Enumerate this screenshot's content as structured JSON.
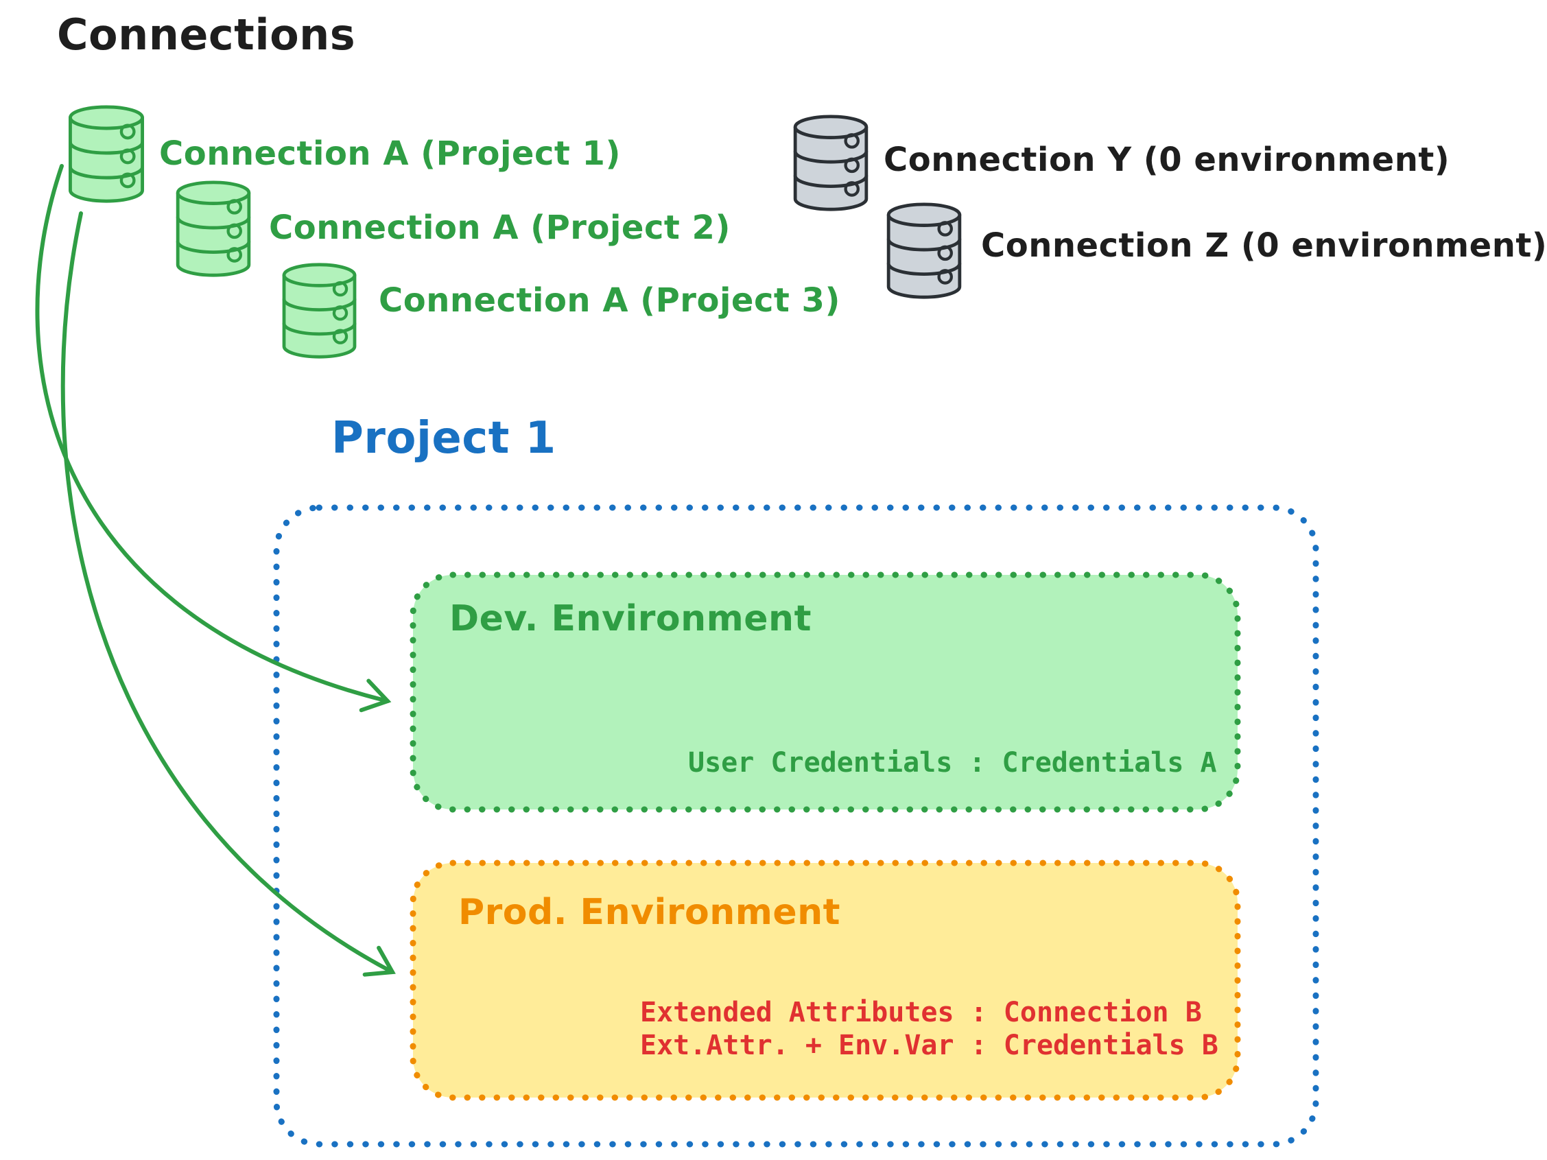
{
  "title": "Connections",
  "green_connections": [
    {
      "label": "Connection A (Project 1)"
    },
    {
      "label": "Connection A (Project 2)"
    },
    {
      "label": "Connection A (Project 3)"
    }
  ],
  "gray_connections": [
    {
      "label": "Connection Y (0 environment)"
    },
    {
      "label": "Connection Z (0 environment)"
    }
  ],
  "project": {
    "title": "Project 1",
    "dev": {
      "title": "Dev. Environment",
      "mapping": "User Credentials : Credentials A"
    },
    "prod": {
      "title": "Prod. Environment",
      "mappings": [
        "Extended Attributes : Connection B",
        "Ext.Attr. + Env.Var : Credentials B"
      ]
    }
  },
  "colors": {
    "green_stroke": "#2f9e44",
    "green_fill": "#b2f2bb",
    "blue": "#1971c2",
    "orange_stroke": "#f08c00",
    "orange_fill": "#ffec99",
    "red": "#e03131",
    "gray_fill": "#ced4da",
    "ink": "#1e1e1e"
  }
}
